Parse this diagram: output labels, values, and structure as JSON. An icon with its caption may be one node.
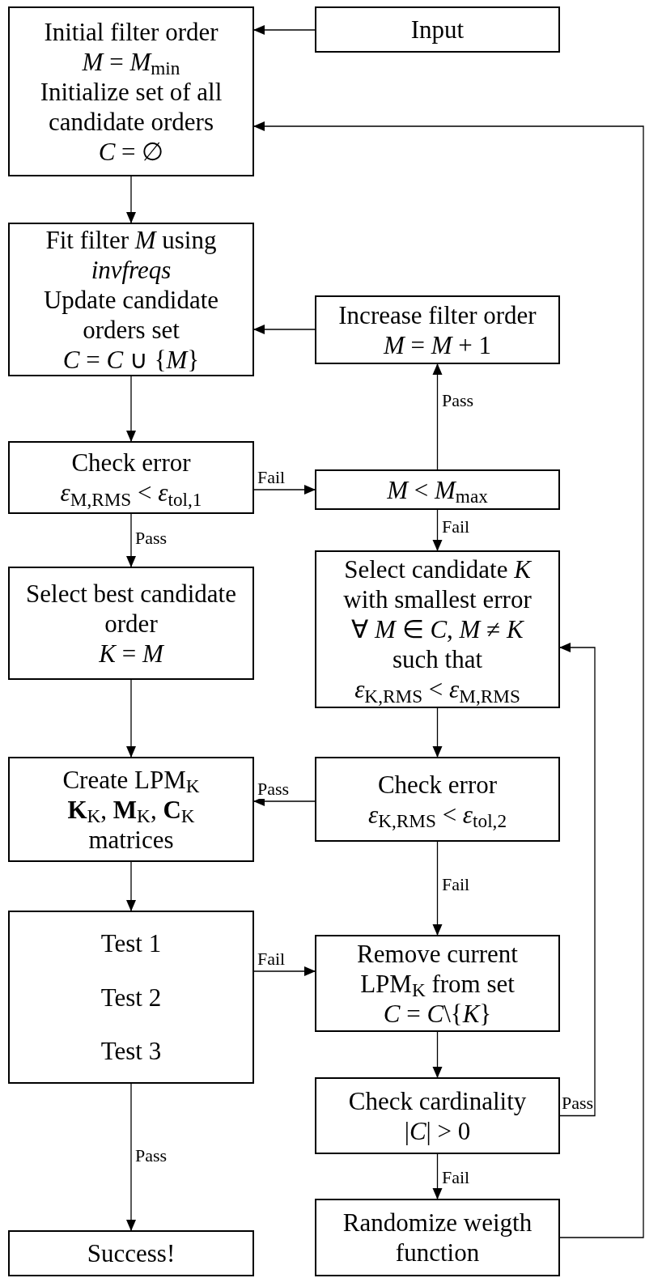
{
  "diagram": {
    "nodes": [
      {
        "text": [
          "Initial filter order",
          "*M* = *M*$_{min}$",
          "Initialize set of all candidate orders",
          "*C* = ∅"
        ]
      },
      {
        "text": [
          "Input"
        ]
      },
      {
        "text": [
          "Fit filter *M* using *invfreqs*",
          "Update candidate orders set",
          "*C* = *C* ∪ {*M*}"
        ]
      },
      {
        "text": [
          "Increase filter order",
          "*M* = *M* + 1"
        ]
      },
      {
        "text": [
          "Check error",
          "*ε*$_{M,RMS}$ < *ε*$_{tol,1}$"
        ]
      },
      {
        "text": [
          "*M* < *M*$_{max}$"
        ]
      },
      {
        "text": [
          "Select best candidate order",
          "*K* = *M*"
        ]
      },
      {
        "text": [
          "Select candidate *K* with smallest error",
          "∀ *M* ∈ *C*, *M* ≠ *K*",
          "such that",
          "*ε*$_{K,RMS}$ < *ε*$_{M,RMS}$"
        ]
      },
      {
        "text": [
          "Create LPM$_{K}$",
          "**K**$_{K}$, **M**$_{K}$, **C**$_{K}$",
          "matrices"
        ]
      },
      {
        "text": [
          "Check error",
          "*ε*$_{K,RMS}$ < *ε*$_{tol,2}$"
        ]
      },
      {
        "text": [
          "Test 1",
          "Test 2",
          "Test 3"
        ]
      },
      {
        "text": [
          "Remove current LPM$_{K}$ from set",
          "*C* = *C*\\{*K*}"
        ]
      },
      {
        "text": [
          "Check cardinality",
          "|*C*| > 0"
        ]
      },
      {
        "text": [
          "Success!"
        ]
      },
      {
        "text": [
          "Randomize weigth function"
        ]
      }
    ],
    "edges": [
      {
        "from": 1,
        "to": 0,
        "arrow": "to"
      },
      {
        "from": 14,
        "to": 0,
        "arrow": "to"
      },
      {
        "from": 0,
        "to": 2,
        "arrow": "to"
      },
      {
        "from": 3,
        "to": 2,
        "arrow": "to"
      },
      {
        "from": 2,
        "to": 4,
        "arrow": "to"
      },
      {
        "from": 4,
        "to": 5,
        "arrow": "to",
        "label": "Fail"
      },
      {
        "from": 5,
        "to": 3,
        "arrow": "to",
        "label": "Pass"
      },
      {
        "from": 5,
        "to": 7,
        "arrow": "to",
        "label": "Fail"
      },
      {
        "from": 4,
        "to": 6,
        "arrow": "to",
        "label": "Pass"
      },
      {
        "from": 6,
        "to": 8,
        "arrow": "to"
      },
      {
        "from": 7,
        "to": 9,
        "arrow": "to"
      },
      {
        "from": 9,
        "to": 8,
        "arrow": "to",
        "label": "Pass"
      },
      {
        "from": 9,
        "to": 11,
        "arrow": "to",
        "label": "Fail"
      },
      {
        "from": 8,
        "to": 10,
        "arrow": "to"
      },
      {
        "from": 10,
        "to": 11,
        "arrow": "to",
        "label": "Fail"
      },
      {
        "from": 11,
        "to": 12,
        "arrow": "to"
      },
      {
        "from": 12,
        "to": 7,
        "arrow": "to",
        "label": "Pass"
      },
      {
        "from": 12,
        "to": 14,
        "arrow": "to",
        "label": "Fail"
      },
      {
        "from": 10,
        "to": 13,
        "arrow": "to",
        "label": "Pass"
      }
    ]
  }
}
